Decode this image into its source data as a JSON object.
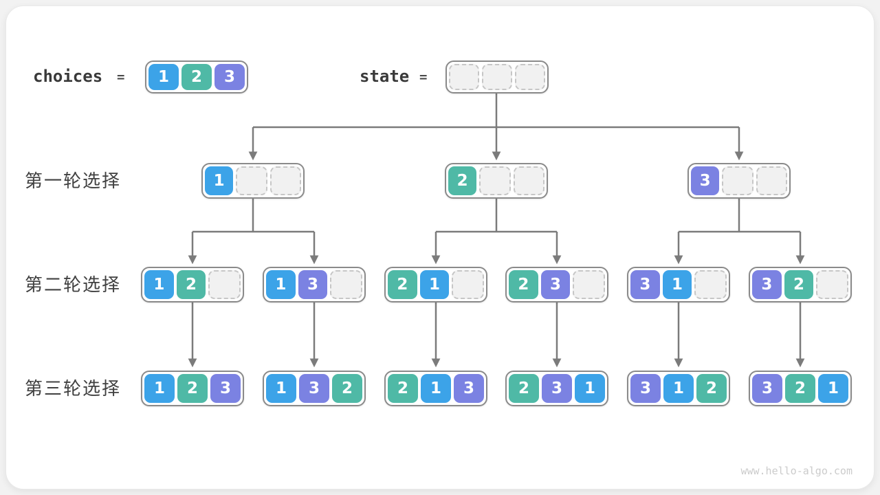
{
  "header": {
    "choices_label": "choices",
    "state_label": "state",
    "equals": "=",
    "choices_values": [
      1,
      2,
      3
    ],
    "state_values": [
      null,
      null,
      null
    ]
  },
  "rows": [
    {
      "label": "第一轮选择",
      "nodes": [
        [
          1,
          null,
          null
        ],
        [
          2,
          null,
          null
        ],
        [
          3,
          null,
          null
        ]
      ]
    },
    {
      "label": "第二轮选择",
      "nodes": [
        [
          1,
          2,
          null
        ],
        [
          1,
          3,
          null
        ],
        [
          2,
          1,
          null
        ],
        [
          2,
          3,
          null
        ],
        [
          3,
          1,
          null
        ],
        [
          3,
          2,
          null
        ]
      ]
    },
    {
      "label": "第三轮选择",
      "nodes": [
        [
          1,
          2,
          3
        ],
        [
          1,
          3,
          2
        ],
        [
          2,
          1,
          3
        ],
        [
          2,
          3,
          1
        ],
        [
          3,
          1,
          2
        ],
        [
          3,
          2,
          1
        ]
      ]
    }
  ],
  "colors": {
    "value_1": "#3CA3E8",
    "value_2": "#4FB9A6",
    "value_3": "#7B82E2",
    "arrow": "#7b7b7b",
    "node_border": "#8a8a8a",
    "empty_cell_bg": "#f1f1f1",
    "empty_cell_border": "#c6c6c6"
  },
  "watermark": "www.hello-algo.com"
}
